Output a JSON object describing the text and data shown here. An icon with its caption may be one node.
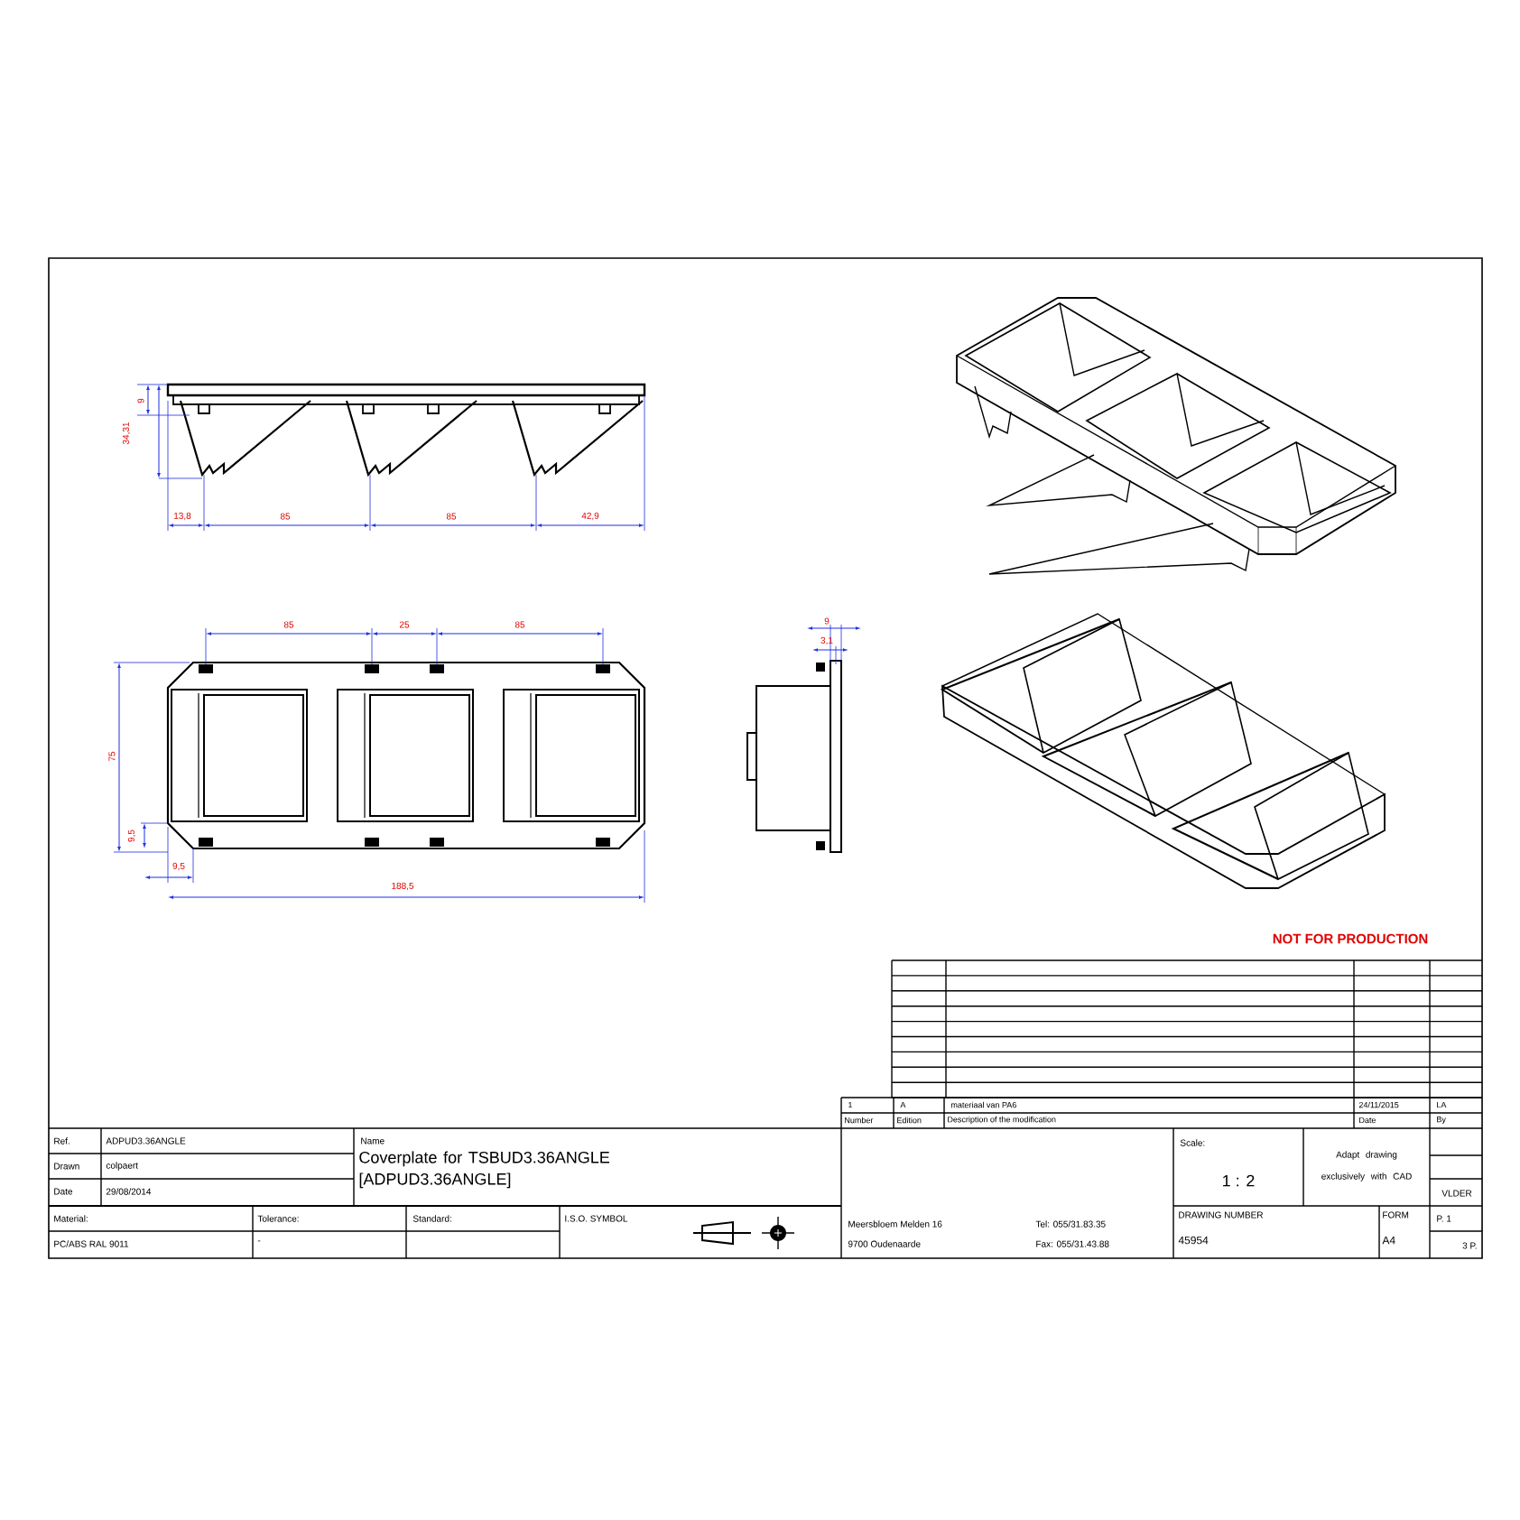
{
  "diagram": {
    "labels": [
      "9",
      "34,31",
      "13,8",
      "85",
      "85",
      "42,9",
      "85",
      "25",
      "85",
      "9",
      "3,1",
      "75",
      "9,5",
      "9,5",
      "188,5",
      "NOT FOR PRODUCTION",
      "1",
      "A",
      "materiaal van PA6",
      "24/11/2015",
      "LA",
      "Number",
      "Edition",
      "Description of the modification",
      "Date",
      "By",
      "Ref.",
      "ADPUD3.36ANGLE",
      "Name",
      "Coverplate for TSBUD3.36ANGLE [ADPUD3.36ANGLE]",
      "Drawn",
      "colpaert",
      "Date",
      "29/08/2014",
      "Scale:",
      "1 : 2",
      "Adapt drawing exclusively with CAD",
      "VLDER",
      "Material:",
      "Tolerance:",
      "Standard:",
      "I.S.O. SYMBOL",
      "Meersbloem Melden 16",
      "Tel: 055/31.83.35",
      "DRAWING NUMBER",
      "FORM",
      "P. 1",
      "PC/ABS RAL 9011",
      "-",
      "9700 Oudenaarde",
      "Fax: 055/31.43.88",
      "45954",
      "A4",
      "3 P."
    ]
  }
}
